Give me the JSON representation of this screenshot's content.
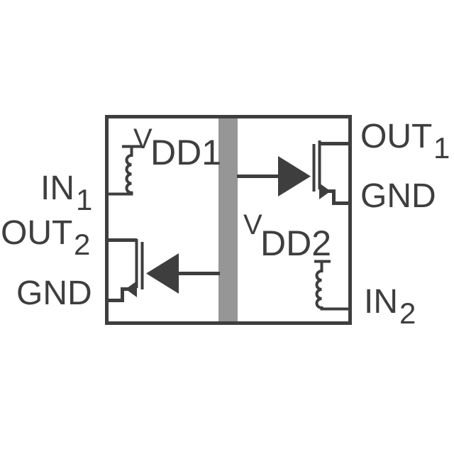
{
  "diagram": {
    "colors": {
      "line": "#3e3e3e",
      "barrier": "#969696",
      "background": "#ffffff"
    },
    "labels": {
      "vdd1": {
        "base": "V",
        "sub": "DD1"
      },
      "vdd2": {
        "base": "V",
        "sub": "DD2"
      },
      "in1": {
        "base": "IN",
        "sub": "1"
      },
      "out2": {
        "base": "OUT",
        "sub": "2"
      },
      "gnd_left": {
        "base": "GND"
      },
      "out1": {
        "base": "OUT",
        "sub": "1"
      },
      "gnd_right": {
        "base": "GND"
      },
      "in2": {
        "base": "IN",
        "sub": "2"
      }
    }
  }
}
